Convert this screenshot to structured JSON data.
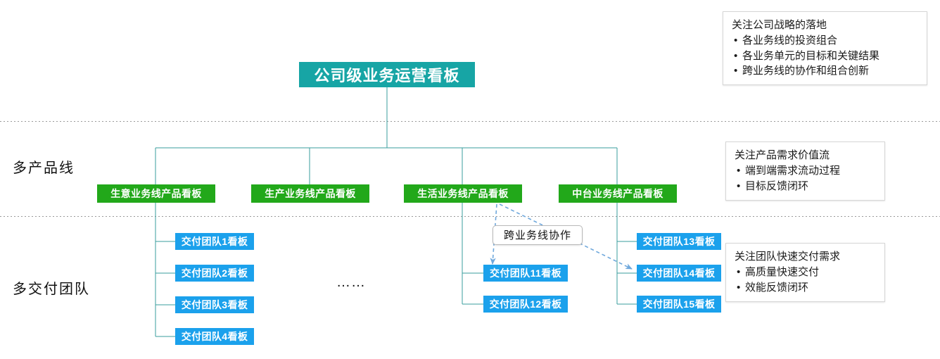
{
  "colors": {
    "root_teal": "#17a5a5",
    "line_green": "#22a81a",
    "team_blue": "#1ba1ec",
    "connector": "#3a9e9e",
    "dashed_arrow": "#6fa8dc",
    "separator": "#9a9a9a",
    "callout_border": "#d6d6d6",
    "text_dark": "#1a1a1a"
  },
  "root": {
    "label": "公司级业务运营看板"
  },
  "row_labels": {
    "product_lines": "多产品线",
    "delivery_teams": "多交付团队"
  },
  "ellipsis": "……",
  "collaboration": {
    "label": "跨业务线协作"
  },
  "product_lines": [
    {
      "id": "biz",
      "label": "生意业务线产品看板"
    },
    {
      "id": "prod",
      "label": "生产业务线产品看板"
    },
    {
      "id": "life",
      "label": "生活业务线产品看板"
    },
    {
      "id": "platform",
      "label": "中台业务线产品看板"
    }
  ],
  "teams": [
    {
      "id": "t1",
      "label": "交付团队1看板",
      "parent": "biz"
    },
    {
      "id": "t2",
      "label": "交付团队2看板",
      "parent": "biz"
    },
    {
      "id": "t3",
      "label": "交付团队3看板",
      "parent": "biz"
    },
    {
      "id": "t4",
      "label": "交付团队4看板",
      "parent": "biz"
    },
    {
      "id": "t11",
      "label": "交付团队11看板",
      "parent": "life"
    },
    {
      "id": "t12",
      "label": "交付团队12看板",
      "parent": "life"
    },
    {
      "id": "t13",
      "label": "交付团队13看板",
      "parent": "platform"
    },
    {
      "id": "t14",
      "label": "交付团队14看板",
      "parent": "platform"
    },
    {
      "id": "t15",
      "label": "交付团队15看板",
      "parent": "platform"
    }
  ],
  "callouts": [
    {
      "id": "strategy",
      "head": "关注公司战略的落地",
      "items": [
        "各业务线的投资组合",
        "各业务单元的目标和关键结果",
        "跨业务线的协作和组合创新"
      ]
    },
    {
      "id": "value-stream",
      "head": "关注产品需求价值流",
      "items": [
        "端到端需求流动过程",
        "目标反馈闭环"
      ]
    },
    {
      "id": "delivery",
      "head": "关注团队快速交付需求",
      "items": [
        "高质量快速交付",
        "效能反馈闭环"
      ]
    }
  ]
}
